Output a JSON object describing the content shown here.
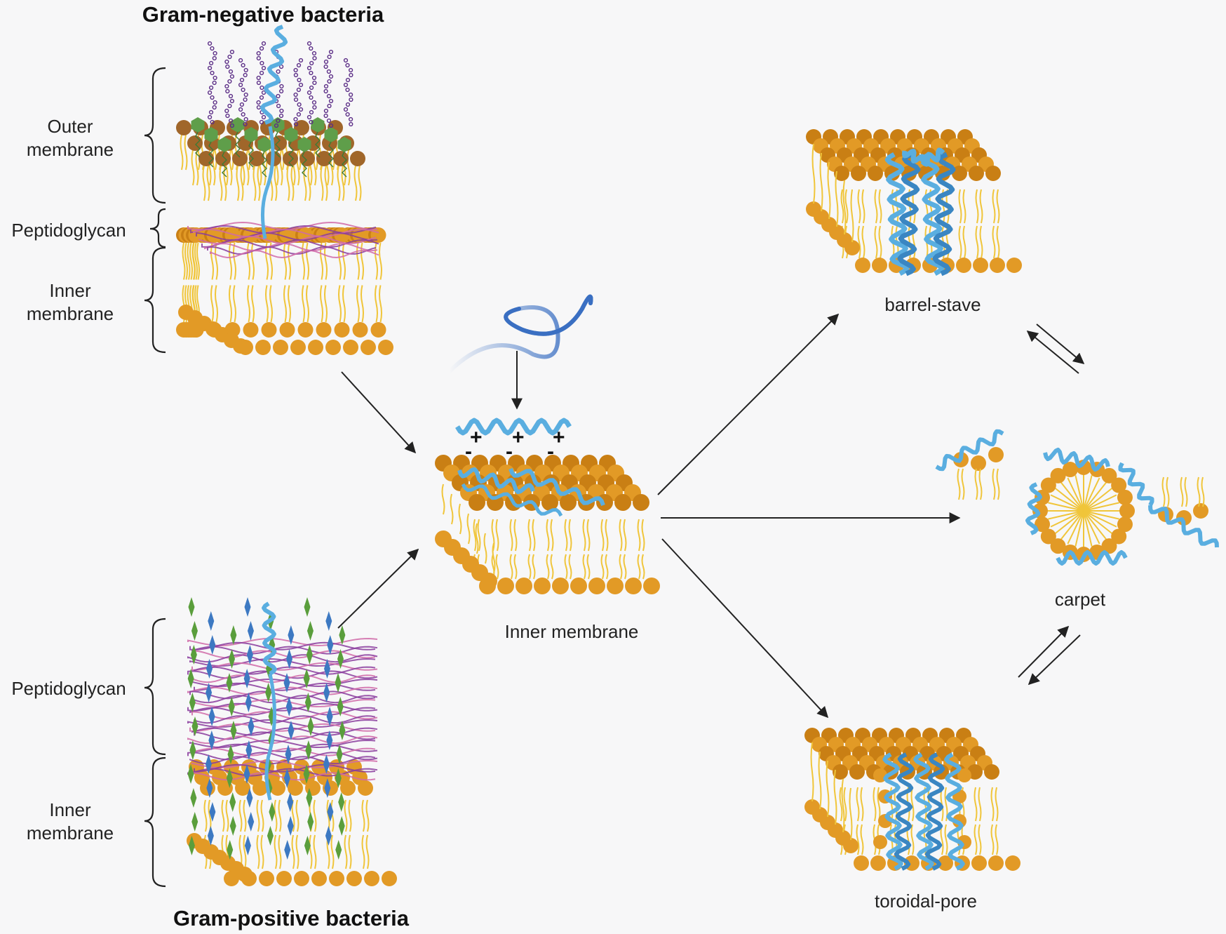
{
  "titles": {
    "gram_negative": "Gram-negative bacteria",
    "gram_positive": "Gram-positive bacteria"
  },
  "layer_labels": {
    "outer_membrane": "Outer membrane",
    "peptidoglycan_neg": "Peptidoglycan",
    "inner_membrane_neg": "Inner membrane",
    "peptidoglycan_pos": "Peptidoglycan",
    "inner_membrane_pos": "Inner membrane"
  },
  "center": {
    "label": "Inner membrane",
    "charges_pos": [
      "+",
      "+",
      "+"
    ],
    "charges_neg": [
      "-",
      "-",
      "-"
    ]
  },
  "mechanisms": {
    "barrel_stave": "barrel-stave",
    "carpet": "carpet",
    "toroidal_pore": "toroidal-pore"
  },
  "colors": {
    "lipid_head": "#e29a26",
    "lipid_head_dark": "#c97f14",
    "lipid_tail": "#f0c53a",
    "peptide": "#5aaee0",
    "peptide_dark": "#3a86c2",
    "lps_head": "#a0662a",
    "lps_hex": "#5f9e4a",
    "peptidoglycan_purple": "#8a3c9e",
    "peptidoglycan_pink": "#d06aa8",
    "teichoic_blue": "#3d79c2",
    "teichoic_green": "#5a9e3c",
    "arrow": "#222222",
    "background": "#f7f7f8"
  }
}
